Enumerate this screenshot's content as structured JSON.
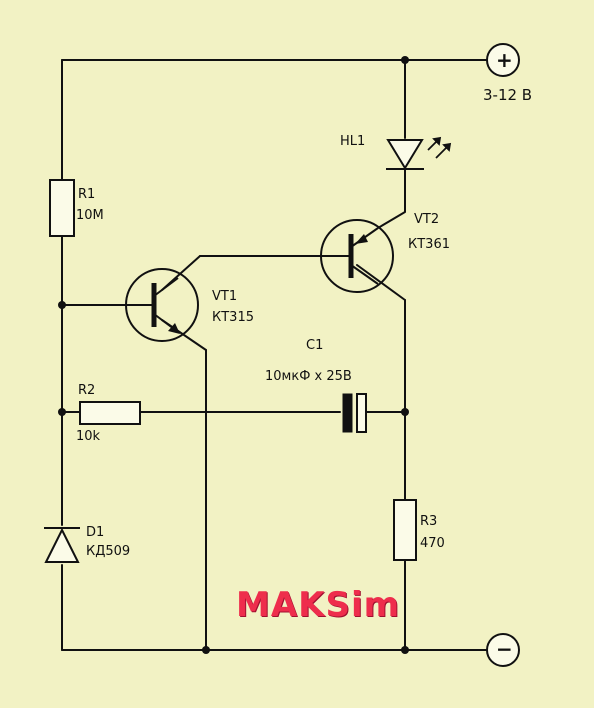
{
  "supply": {
    "positive_symbol": "+",
    "negative_symbol": "−",
    "voltage_label": "3-12 В"
  },
  "components": {
    "hl1": {
      "ref": "HL1"
    },
    "vt2": {
      "ref": "VT2",
      "part": "КТ361"
    },
    "r1": {
      "ref": "R1",
      "value": "10М"
    },
    "vt1": {
      "ref": "VT1",
      "part": "КТ315"
    },
    "c1": {
      "ref": "C1",
      "value": "10мкФ х 25В"
    },
    "r2": {
      "ref": "R2",
      "value": "10k"
    },
    "d1": {
      "ref": "D1",
      "part": "КД509"
    },
    "r3": {
      "ref": "R3",
      "value": "470"
    }
  },
  "watermark": "MAKSim",
  "colors": {
    "background": "#f2f2c4",
    "wire": "#111111",
    "watermark": "#ee2d4c"
  }
}
